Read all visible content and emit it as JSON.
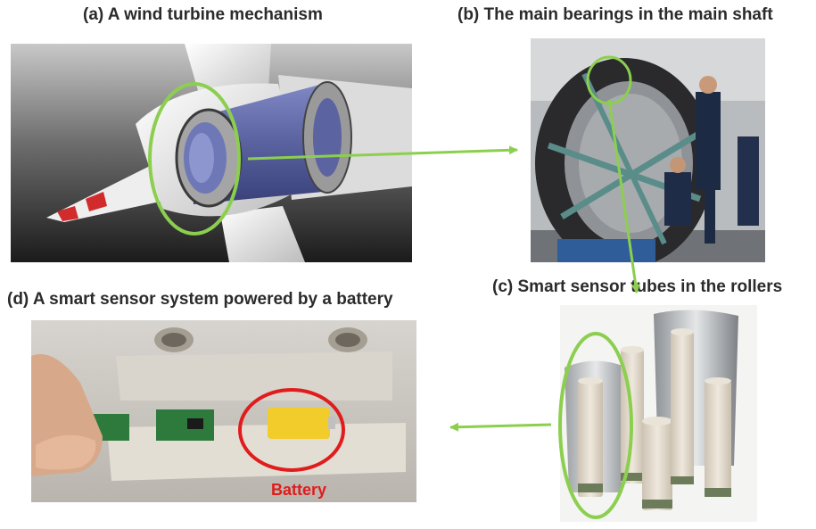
{
  "panels": {
    "a": {
      "caption": "(a) A wind turbine mechanism"
    },
    "b": {
      "caption": "(b) The main bearings in the main shaft"
    },
    "c": {
      "caption": "(c) Smart sensor tubes in the rollers"
    },
    "d": {
      "caption": "(d) A smart sensor system powered by a battery",
      "callout": "Battery"
    }
  },
  "colors": {
    "highlight_green": "#8ccf4f",
    "highlight_red": "#e01c1c",
    "caption_text": "#2b2b2b"
  }
}
